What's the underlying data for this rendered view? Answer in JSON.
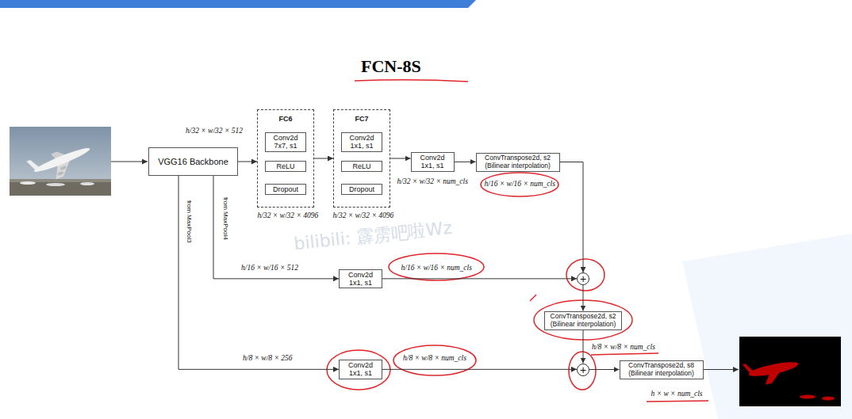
{
  "diagram": {
    "title": "FCN-8S",
    "nodes": [
      {
        "text": [
          "VGG16 Backbone"
        ]
      },
      {
        "text": [
          "FC6"
        ]
      },
      {
        "text": [
          "Conv2d 7x7, s1"
        ],
        "in": 1
      },
      {
        "text": [
          "ReLU"
        ],
        "in": 1
      },
      {
        "text": [
          "Dropout"
        ],
        "in": 1
      },
      {
        "text": [
          "FC7"
        ]
      },
      {
        "text": [
          "Conv2d 1x1, s1"
        ],
        "in": 5
      },
      {
        "text": [
          "ReLU"
        ],
        "in": 5
      },
      {
        "text": [
          "Dropout"
        ],
        "in": 5
      },
      {
        "text": [
          "Conv2d 1x1, s1"
        ]
      },
      {
        "text": [
          "ConvTranspose2d, s2 (Bilinear interpolation)"
        ]
      },
      {
        "text": [
          "Conv2d 1x1, s1"
        ]
      },
      {
        "text": [
          "+"
        ]
      },
      {
        "text": [
          "ConvTranspose2d, s2 (Bilinear interpolation)"
        ]
      },
      {
        "text": [
          "Conv2d 1x1, s1"
        ]
      },
      {
        "text": [
          "+"
        ]
      },
      {
        "text": [
          "ConvTranspose2d, s8 (Bilinear interpolation)"
        ]
      }
    ],
    "edges": [
      {
        "from": 0,
        "to": 1,
        "arrow": "to"
      },
      {
        "from": 1,
        "to": 5,
        "arrow": "to"
      },
      {
        "from": 5,
        "to": 9,
        "arrow": "to"
      },
      {
        "from": 9,
        "to": 10,
        "arrow": "to"
      },
      {
        "from": 10,
        "to": 12,
        "arrow": "to"
      },
      {
        "from": 0,
        "to": 11,
        "arrow": "to"
      },
      {
        "from": 11,
        "to": 12,
        "arrow": "to"
      },
      {
        "from": 12,
        "to": 13,
        "arrow": "to"
      },
      {
        "from": 13,
        "to": 15,
        "arrow": "to"
      },
      {
        "from": 0,
        "to": 14,
        "arrow": "to"
      },
      {
        "from": 14,
        "to": 15,
        "arrow": "to"
      },
      {
        "from": 15,
        "to": 16,
        "arrow": "to"
      }
    ],
    "labels": [
      "h/32 × w/32 × 512",
      "h/32 × w/32 × 4096",
      "h/32 × w/32 × 4096",
      "h/32 × w/32 × num_cls",
      "h/16 × w/16 × num_cls",
      "from MaxPool3",
      "from MaxPool4",
      "h/16 × w/16 × 512",
      "h/16 × w/16 × num_cls",
      "h/8 × w/8 × num_cls",
      "h/8 × w/8 × 256",
      "h/8 × w/8 × num_cls",
      "h × w × num_cls",
      "bilibili: 霹雳吧啦Wz"
    ]
  }
}
